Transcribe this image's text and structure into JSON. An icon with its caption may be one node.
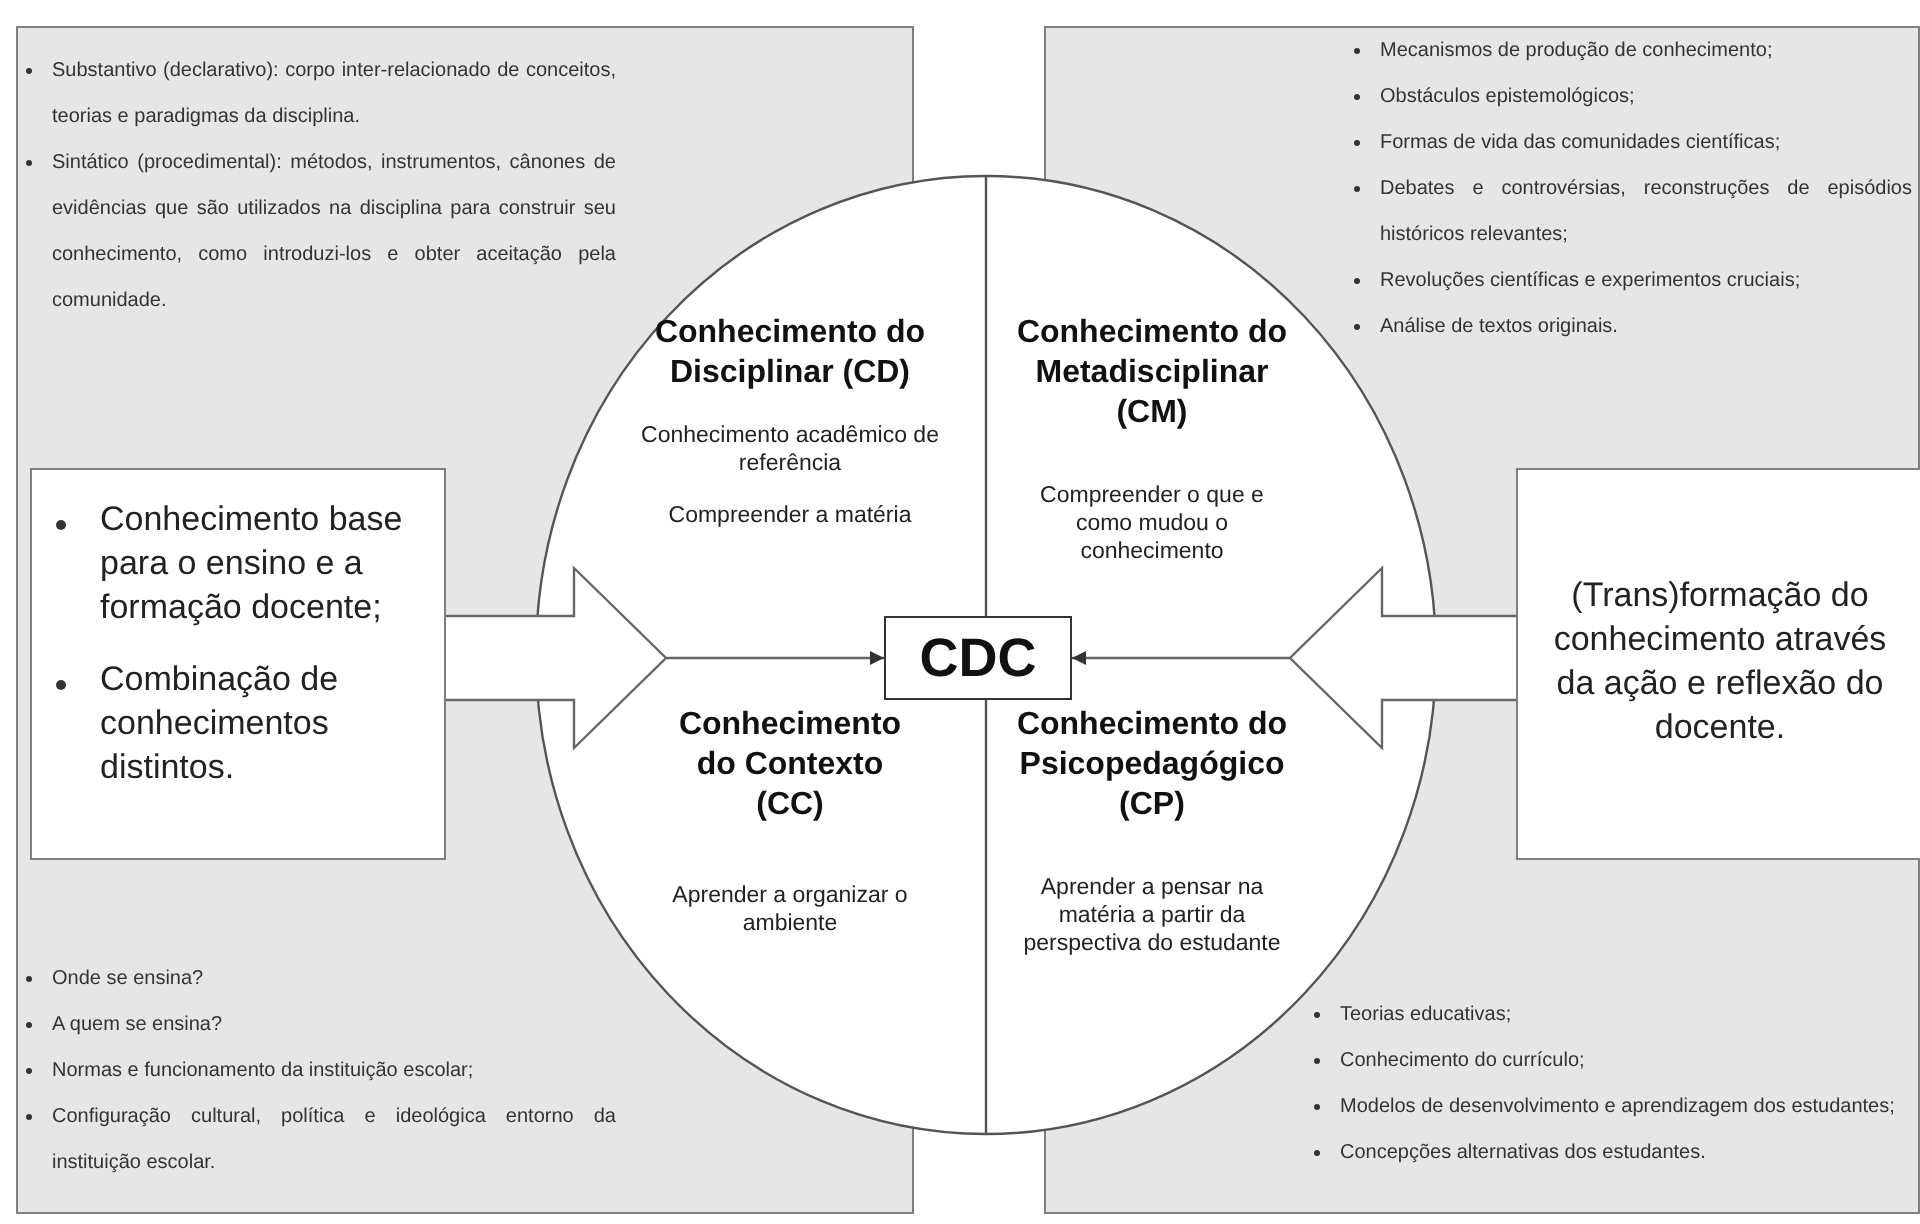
{
  "diagram": {
    "nodes": [
      {
        "text": [
          "Substantivo (declarativo): corpo inter-relacionado de conceitos, teorias e paradigmas da disciplina.",
          "Sintático (procedimental): métodos, instrumentos, cânones de evidências que são utilizados na disciplina para construir seu conhecimento, como introduzi-los e obter aceitação pela comunidade."
        ]
      },
      {
        "text": [
          "Mecanismos de produção de conhecimento;",
          "Obstáculos epistemológicos;",
          "Formas de vida das comunidades científicas;",
          "Debates e controvérsias, reconstruções de episódios históricos relevantes;",
          "Revoluções científicas e experimentos cruciais;",
          "Análise de textos originais."
        ]
      },
      {
        "text": [],
        "shape": "circle"
      },
      {
        "text": [
          "Conhecimento do Disciplinar (CD)",
          "Conhecimento acadêmico de referência",
          "Compreender a matéria"
        ],
        "in": 2
      },
      {
        "text": [
          "Conhecimento do Metadisciplinar (CM)",
          "Compreender o que e como mudou o conhecimento"
        ],
        "in": 2
      },
      {
        "text": [
          "Conhecimento base para o ensino e a formação docente;",
          "Combinação de conhecimentos distintos."
        ]
      },
      {
        "text": [
          "CDC"
        ],
        "in": 2
      },
      {
        "text": [
          "(Trans)formação do conhecimento através da ação e reflexão do docente."
        ]
      },
      {
        "text": [
          "Conhecimento do Contexto (CC)",
          "Aprender a organizar o ambiente"
        ],
        "in": 2
      },
      {
        "text": [
          "Conhecimento do Psicopedagógico (CP)",
          "Aprender a pensar na matéria a partir da perspectiva do estudante"
        ],
        "in": 2
      },
      {
        "text": [
          "Onde se ensina?",
          "A quem se ensina?",
          "Normas e funcionamento da instituição escolar;",
          "Configuração cultural, política e ideológica entorno da instituição escolar."
        ]
      },
      {
        "text": [
          "Teorias educativas;",
          "Conhecimento do currículo;",
          "Modelos de desenvolvimento e aprendizagem dos estudantes;",
          "Concepções alternativas dos estudantes."
        ]
      }
    ],
    "edges": [
      {
        "from": 5,
        "to": 6,
        "arrow": "to"
      },
      {
        "from": 7,
        "to": 6,
        "arrow": "to"
      }
    ]
  }
}
